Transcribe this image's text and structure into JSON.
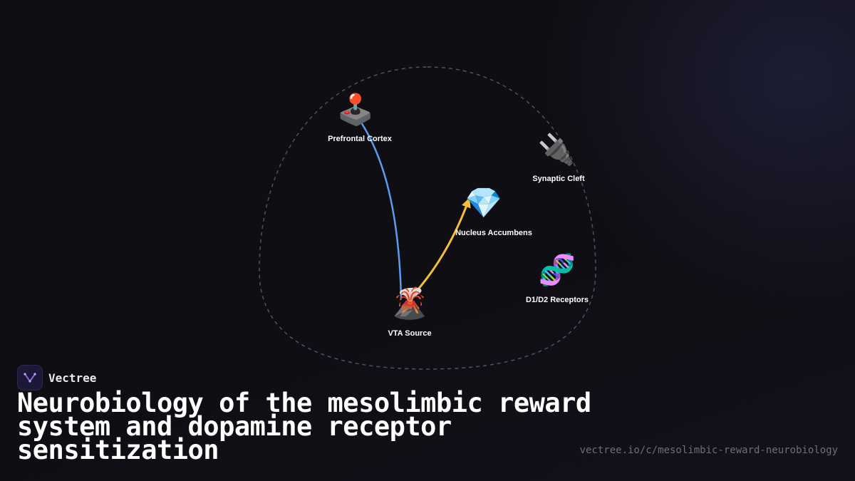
{
  "diagram": {
    "boundary_color": "#4a5366",
    "nodes": [
      {
        "id": "prefrontal",
        "icon": "joystick",
        "emoji": "🕹️",
        "label": "Prefrontal Cortex"
      },
      {
        "id": "synaptic",
        "icon": "plug",
        "emoji": "🔌",
        "label": "Synaptic Cleft"
      },
      {
        "id": "accumbens",
        "icon": "gem",
        "emoji": "💎",
        "label": "Nucleus Accumbens"
      },
      {
        "id": "receptors",
        "icon": "dna",
        "emoji": "🧬",
        "label": "D1/D2 Receptors"
      },
      {
        "id": "vta",
        "icon": "volcano",
        "emoji": "🌋",
        "label": "VTA Source"
      }
    ],
    "edges": [
      {
        "from": "prefrontal",
        "to": "vta",
        "color": "#5b9cf0",
        "arrow": false
      },
      {
        "from": "vta",
        "to": "accumbens",
        "color": "#f5bf3a",
        "arrow": true
      }
    ]
  },
  "brand": {
    "name": "Vectree",
    "logo_icon": "vectree-logo-icon",
    "logo_color": "#9b6cf0"
  },
  "title": "Neurobiology of the mesolimbic reward system and dopamine receptor sensitization",
  "url": "vectree.io/c/mesolimbic-reward-neurobiology"
}
